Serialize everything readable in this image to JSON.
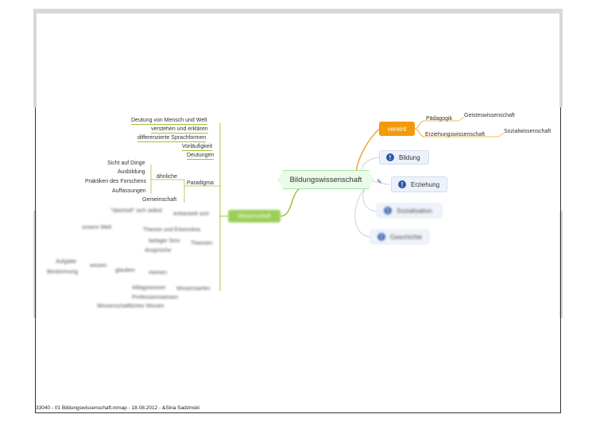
{
  "center": {
    "label": "Bildungswissenschaft"
  },
  "right": {
    "vereint": "vereint",
    "paedagogik": "Pädagogik",
    "geisteswissenschaft": "Geisteswissenschaft",
    "erziehungswissenschaft": "Erziehungswissenschaft",
    "sozialwissenschaft": "Sozialwissenschaft",
    "bildung": "Bildung",
    "erziehung": "Erziehung",
    "sozialisation": "Sozialisation",
    "geschichte": "Geschichte"
  },
  "left": {
    "top_items": [
      "Deutung von Mensch und Welt",
      "verstehen und erklären",
      "differenzierte Sprachformen",
      "Vorläufigkeit",
      "Deutungen"
    ],
    "paradigma": "Paradigma",
    "aehnliche": "ähnliche",
    "aehnliche_items": [
      "Sicht auf Dinge",
      "Ausbildung",
      "Praktiken des Forschens",
      "Auffassungen"
    ],
    "gemeinschaft": "Gemeinschaft",
    "ueberholt": "\"überholt\" sich selbst",
    "green_node": "Wissenschaft",
    "blurred": {
      "b1": "entwickelt sich",
      "b2": "Theorie und Erkenntnis",
      "b3": "unsere Welt",
      "b4": "Theorien",
      "b5": "farbiger Sinn",
      "b6": "Ansprüche",
      "b7": "Aufgabe",
      "b8": "wissen",
      "b9": "glauben",
      "b10": "Bestimmung",
      "b11": "meinen",
      "b12": "Wissensarten",
      "b13": "Alltagswissen",
      "b14": "Professionswissen",
      "b15": "Wissenschaftliches Wissen"
    }
  },
  "footer": "33040 - 01 Bildungswissenschaft.mmap - 18.08.2012 - &Sina Sadzinski",
  "colors": {
    "accent_orange": "#f29a0c",
    "accent_green": "#8cc63f",
    "center_fill": "#e9fbe9"
  }
}
